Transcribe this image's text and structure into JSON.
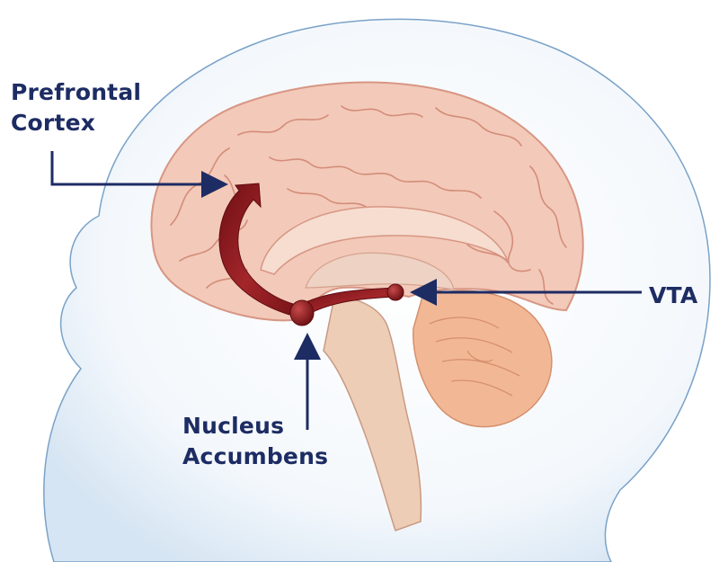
{
  "diagram": {
    "labels": {
      "prefrontal_cortex": [
        "Prefrontal",
        "Cortex"
      ],
      "vta": "VTA",
      "nucleus_accumbens": [
        "Nucleus",
        "Accumbens"
      ]
    },
    "colors": {
      "label_text": "#1d2c63",
      "arrow": "#1d2c63",
      "pathway": "#8e1b1f",
      "brain_fill": "#f3c9b9",
      "brain_outline": "#d79683",
      "cerebellum": "#f2b896",
      "brainstem": "#eecdb6",
      "head_glow": "#dbe8f4",
      "head_outline": "#7aa2c8"
    }
  }
}
